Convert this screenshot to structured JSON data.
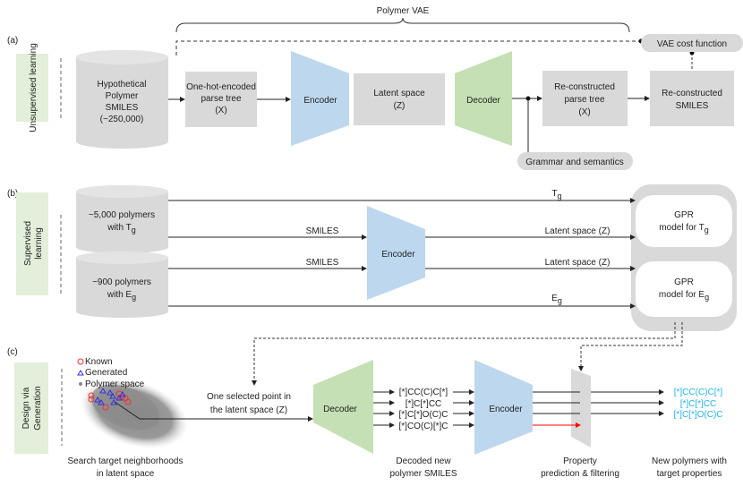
{
  "colors": {
    "encoder": "#bdd7ee",
    "decoder": "#c5e0b4",
    "box": "#d9d9d9",
    "side_label": "#e2efda",
    "filter_arrow": "#ff0000",
    "result_text": "#1fb4ea"
  },
  "panel_a": {
    "tag": "(a)",
    "side_label": "Unsupervised learning",
    "brace_label": "Polymer VAE",
    "dataset": [
      "Hypothetical",
      "Polymer",
      "SMILES",
      "(~250,000)"
    ],
    "onehot": [
      "One-hot-encoded",
      "parse tree",
      "(X)"
    ],
    "encoder": "Encoder",
    "latent": [
      "Latent space",
      "(Z)"
    ],
    "decoder": "Decoder",
    "recon_tree": [
      "Re-constructed",
      "parse tree",
      "(X)"
    ],
    "recon_smiles": [
      "Re-constructed",
      "SMILES"
    ],
    "cost": "VAE cost function",
    "grammar": "Grammar and semantics"
  },
  "panel_b": {
    "tag": "(b)",
    "side_label": [
      "Supervised",
      "learning"
    ],
    "dataset1": [
      "~5,000 polymers",
      "with T",
      "g"
    ],
    "dataset2": [
      "~900 polymers",
      "with E",
      "g"
    ],
    "encoder": "Encoder",
    "tg_label": [
      "T",
      "g"
    ],
    "eg_label": [
      "E",
      "g"
    ],
    "smiles1": "SMILES",
    "smiles2": "SMILES",
    "latent1": "Latent space (Z)",
    "latent2": "Latent space (Z)",
    "gpr1": [
      "GPR",
      "model for T",
      "g"
    ],
    "gpr2": [
      "GPR",
      "model for E",
      "g"
    ]
  },
  "panel_c": {
    "tag": "(c)",
    "side_label": [
      "Design via",
      "Generation"
    ],
    "legend": [
      "Known",
      "Generated",
      "Polymer space"
    ],
    "selected": [
      "One selected point in",
      "the latent space (Z)"
    ],
    "decoder": "Decoder",
    "encoder": "Encoder",
    "decoded": [
      "[*]CC(C)C[*]",
      "[*]C[*]CC",
      "[*]C[*]O(C)C",
      "[*]CO(C)[*]C"
    ],
    "results": [
      "[*]CC(C)C[*]",
      "[*]C[*]CC",
      "[*]C[*]O(C)C"
    ],
    "captions": {
      "search": [
        "Search target neighborhoods",
        "in latent space"
      ],
      "decoded": [
        "Decoded new",
        "polymer SMILES"
      ],
      "property": [
        "Property",
        "prediction & filtering"
      ],
      "new": [
        "New polymers with",
        "target properties"
      ]
    }
  }
}
